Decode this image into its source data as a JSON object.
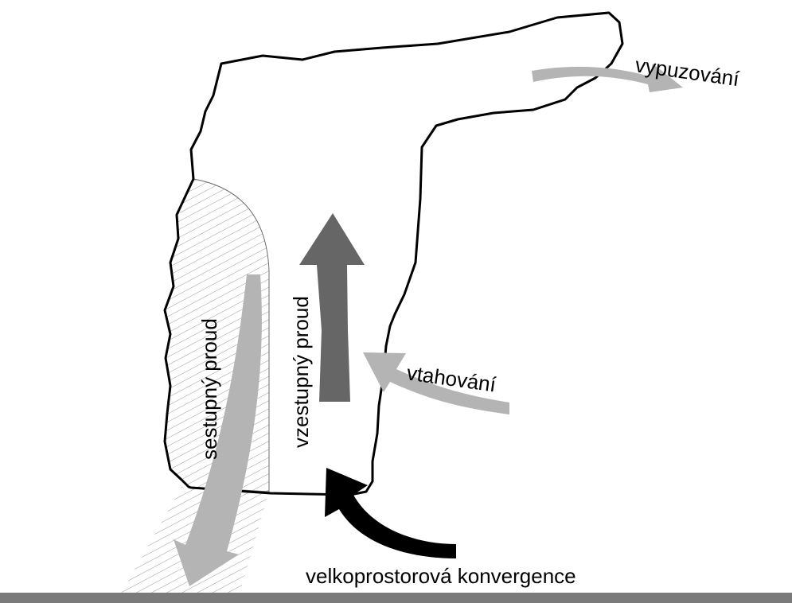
{
  "labels": {
    "outflow": "vypuzování",
    "updraft": "vzestupný proud",
    "downdraft": "sestupný proud",
    "inflow": "vtahování",
    "convergence": "velkoprostorová konvergence"
  },
  "colors": {
    "outline": "#000000",
    "ground": "#7a7a7a",
    "light_arrow": "#b4b4b4",
    "updraft_arrow": "#666666",
    "convergence_arrow": "#000000",
    "hatch": "#9a9a9a"
  }
}
